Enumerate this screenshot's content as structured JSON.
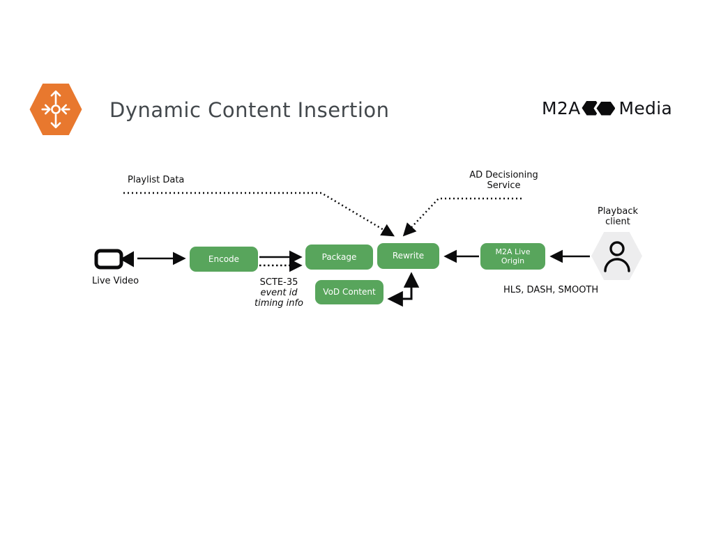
{
  "header": {
    "title": "Dynamic Content Insertion",
    "logo_prefix": "M2A",
    "logo_suffix": "Media"
  },
  "nodes": {
    "encode": "Encode",
    "package": "Package",
    "rewrite": "Rewrite",
    "vod": "VoD Content",
    "origin_line1": "M2A Live",
    "origin_line2": "Origin"
  },
  "labels": {
    "playlist_data": "Playlist Data",
    "ad_decisioning_line1": "AD Decisioning",
    "ad_decisioning_line2": "Service",
    "playback_line1": "Playback",
    "playback_line2": "client",
    "live_video": "Live Video",
    "scte_line1": "SCTE-35",
    "scte_line2": "event id",
    "scte_line3": "timing info",
    "protocols": "HLS, DASH, SMOOTH"
  },
  "icons": {
    "mediatailor": "content-insertion-hexagon-icon",
    "camera": "video-camera-icon",
    "person": "user-icon",
    "logo_mark": "m2a-double-hexagon-icon"
  },
  "colors": {
    "node_green": "#58A55C",
    "icon_orange": "#E8782E",
    "hexagon_gray": "#EDEDEE",
    "title_gray": "#43484C",
    "text_black": "#0B0B0C"
  }
}
